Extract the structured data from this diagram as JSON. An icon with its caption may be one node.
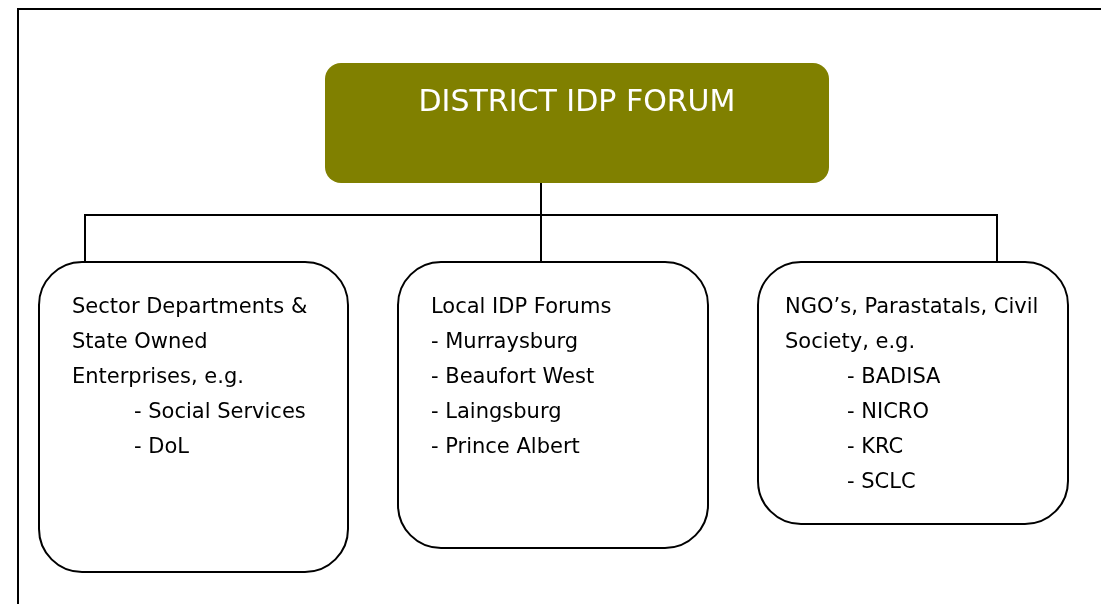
{
  "diagram": {
    "nodes": [
      {
        "text": [
          "DISTRICT IDP FORUM"
        ]
      },
      {
        "text": [
          "Sector Departments & State Owned Enterprises, e.g.",
          "- Social Services",
          "- DoL"
        ]
      },
      {
        "text": [
          "Local IDP Forums",
          "- Murraysburg",
          "- Beaufort West",
          "- Laingsburg",
          "- Prince Albert"
        ]
      },
      {
        "text": [
          "NGO’s, Parastatals, Civil Society, e.g.",
          "- BADISA",
          "- NICRO",
          "- KRC",
          "- SCLC"
        ]
      }
    ],
    "edges": [
      {
        "from": 0,
        "to": 1,
        "arrow": "none"
      },
      {
        "from": 0,
        "to": 2,
        "arrow": "none"
      },
      {
        "from": 0,
        "to": 3,
        "arrow": "none"
      }
    ]
  }
}
